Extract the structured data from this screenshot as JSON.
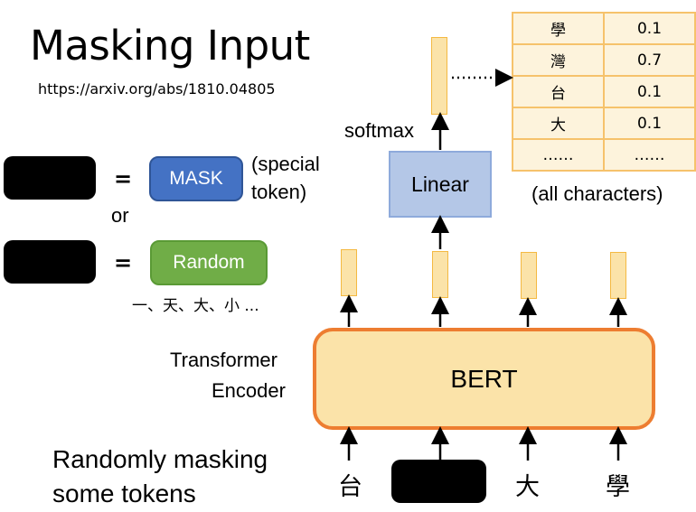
{
  "title": "Masking Input",
  "url": "https://arxiv.org/abs/1810.04805",
  "mask_row": {
    "equals": "=",
    "pill": "MASK",
    "note_line1": "(special",
    "note_line2": "token)"
  },
  "or_label": "or",
  "random_row": {
    "equals": "=",
    "pill": "Random",
    "examples": "一、天、大、小 ..."
  },
  "encoder_label_line1": "Transformer",
  "encoder_label_line2": "Encoder",
  "bert_label": "BERT",
  "linear_label": "Linear",
  "softmax_label": "softmax",
  "prob_table": [
    {
      "char": "學",
      "prob": "0.1"
    },
    {
      "char": "灣",
      "prob": "0.7"
    },
    {
      "char": "台",
      "prob": "0.1"
    },
    {
      "char": "大",
      "prob": "0.1"
    },
    {
      "char": "……",
      "prob": "……"
    }
  ],
  "all_characters_label": "(all characters)",
  "caption_line1": "Randomly masking",
  "caption_line2": "some tokens",
  "input_tokens": [
    "台",
    "",
    "大",
    "學"
  ],
  "colors": {
    "mask": "#4472c4",
    "random": "#70ad47",
    "bert_fill": "#fbe3a9",
    "bert_border": "#ed7d31",
    "linear": "#b4c7e7"
  }
}
